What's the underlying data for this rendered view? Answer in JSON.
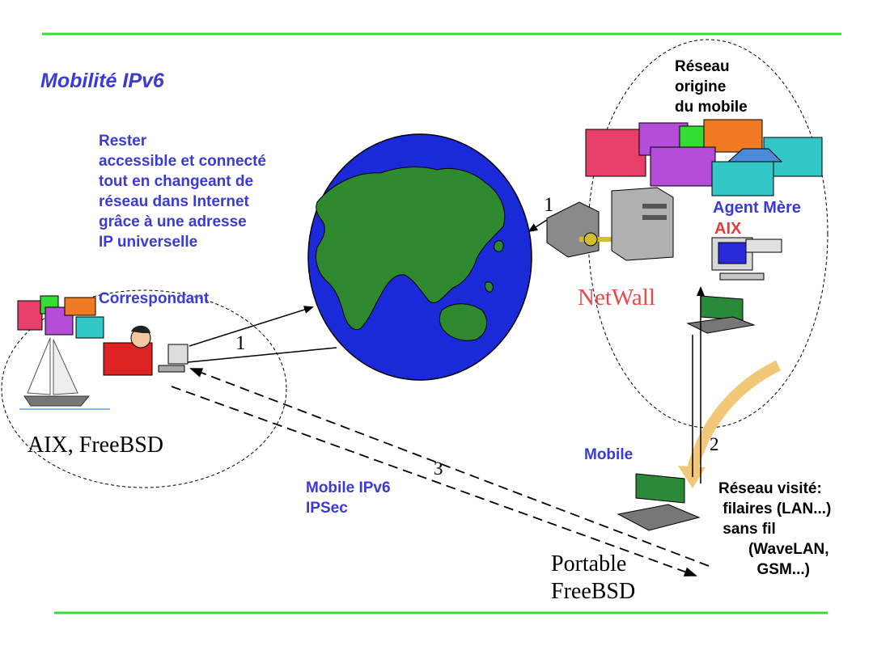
{
  "title": "Mobilité IPv6",
  "goal_text": "Rester\naccessible et connecté\ntout en changeant de\nréseau dans Internet\ngrâce à une adresse\nIP universelle",
  "correspondent_label": "Correspondant",
  "correspondent_os": "AIX, FreeBSD",
  "home_network_label": "Réseau\norigine\ndu mobile",
  "home_agent_label": "Agent Mère",
  "home_agent_os": "AIX",
  "firewall_label": "NetWall",
  "mobile_label": "Mobile",
  "protocols_label": "Mobile IPv6\nIPSec",
  "visited_network_label": "Réseau visité:\n filaires (LAN...)\n sans fil\n       (WaveLAN,\n         GSM...)",
  "portable_label": "Portable\nFreeBSD",
  "step_labels": {
    "one": "1",
    "two": "2",
    "three": "3",
    "one_firewall": "1"
  },
  "colors": {
    "rule": "#33dd33",
    "accent_blue": "#3a3ad6",
    "netwall_red": "#e84a4a",
    "globe_ocean": "#1a2ad8",
    "globe_land": "#2f8a2f",
    "move_arrow": "#f2c878"
  }
}
